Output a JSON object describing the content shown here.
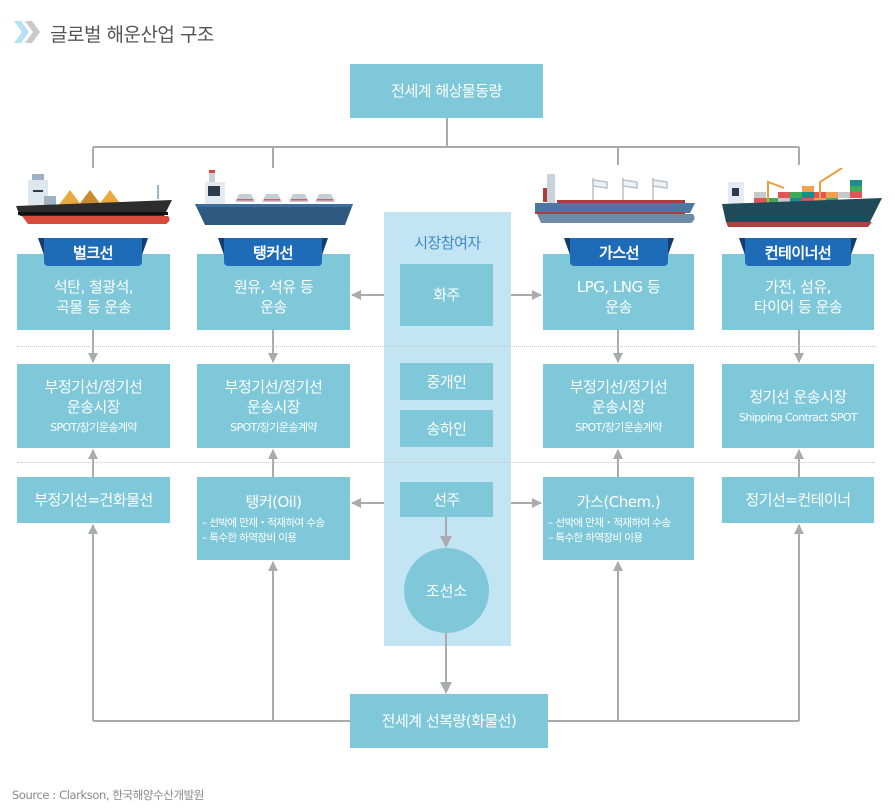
{
  "header": {
    "icon": "double-chevron-right-icon",
    "title": "글로벌 해운산업 구조"
  },
  "top_box": {
    "label": "전세계 해상물동량"
  },
  "market_participants": {
    "title": "시장참여자",
    "items": [
      "화주",
      "중개인",
      "송하인",
      "선주"
    ],
    "shipyard": "조선소"
  },
  "ship_types": [
    {
      "tab": "벌크선",
      "icon": "bulk-carrier-ship-icon",
      "cargo": [
        "석탄, 철광석,",
        "곡물 등 운송"
      ],
      "market": {
        "title": [
          "부정기선/정기선",
          "운송시장"
        ],
        "sub": "SPOT/장기운송계약"
      },
      "category": {
        "title": "부정기선=건화물선",
        "bullets": []
      }
    },
    {
      "tab": "탱커선",
      "icon": "tanker-ship-icon",
      "cargo": [
        "원유, 석유 등",
        "운송"
      ],
      "market": {
        "title": [
          "부정기선/정기선",
          "운송시장"
        ],
        "sub": "SPOT/장기운송계약"
      },
      "category": {
        "title": "탱커(Oil)",
        "bullets": [
          "– 선박에 만재・적재하여 수송",
          "– 특수한 하역장비 이용"
        ]
      }
    },
    {
      "tab": "가스선",
      "icon": "gas-carrier-ship-icon",
      "cargo": [
        "LPG, LNG 등",
        "운송"
      ],
      "market": {
        "title": [
          "부정기선/정기선",
          "운송시장"
        ],
        "sub": "SPOT/장기운송계약"
      },
      "category": {
        "title": "가스(Chem.)",
        "bullets": [
          "– 선박에 만재・적재하여 수송",
          "– 특수한 하역장비 이용"
        ]
      }
    },
    {
      "tab": "컨테이너선",
      "icon": "container-ship-icon",
      "cargo": [
        "가전, 섬유,",
        "타이어 등 운송"
      ],
      "market": {
        "title": [
          "정기선 운송시장"
        ],
        "sub": "Shipping Contract SPOT"
      },
      "category": {
        "title": "정기선=컨테이너",
        "bullets": []
      }
    }
  ],
  "bottom_box": {
    "label": "전세계 선복량(화물선)"
  },
  "source": "Source : Clarkson, 한국해양수산개발원",
  "colors": {
    "box": "#7ec8da",
    "panel": "#c2e4f3",
    "tab": "#1e6bb8",
    "panel_title": "#3d8cc4",
    "connector": "#a9abae"
  }
}
